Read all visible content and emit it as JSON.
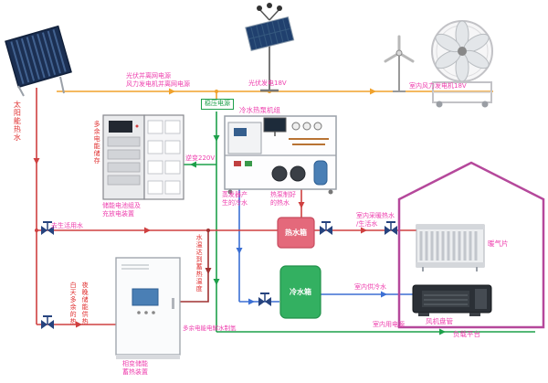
{
  "colors": {
    "power_bus_orange": "#f0a22c",
    "power_line_green": "#1da04a",
    "cold_water_line": "#3b6fd4",
    "hot_water_line": "#cf4040",
    "storage_hot_line": "#a03232",
    "label_magenta": "#ee3fae",
    "label_red": "#e03030",
    "house_outline": "#b5489b",
    "valve": "#26437e",
    "hot_tank_fill": "#e4697b",
    "cold_tank_fill": "#33b061"
  },
  "labels": {
    "solar_hot_water": "太阳能热水",
    "grid_source": "光伏并离网电源\n风力发电机并离网电源",
    "pv_output": "光伏发电18V",
    "wind_output": "室内风力发电机18V",
    "regulator": "稳压电源",
    "heat_pump_unit": "冷水热泵机组",
    "inverter": "逆变220V",
    "evaporator_cold": "蒸发器产\n生的冷水",
    "heatpump_hot": "热泵制好\n的热水",
    "battery_bank": "储能电池组及\n充放电装置",
    "surplus_power": "多余电能储存",
    "to_domestic_water": "去生活用水",
    "indoor_heating_water": "室内采暖热水\n/生活水",
    "indoor_cold_water": "室内供冷水",
    "indoor_power": "室内用电源",
    "radiator": "暖气片",
    "fan_coil": "风机盘管",
    "load_platform": "负载平台",
    "day_surplus_heat": "白天多余的热",
    "night_storage_heat": "夜晚储能供热",
    "storage_temp": "水温达到蓄热温度",
    "surplus_to_hydrogen": "多余电能电解水制氢",
    "hot_tank": "热水箱",
    "cold_tank": "冷水箱",
    "storage_device": "相变储能\n蓄热装置"
  }
}
